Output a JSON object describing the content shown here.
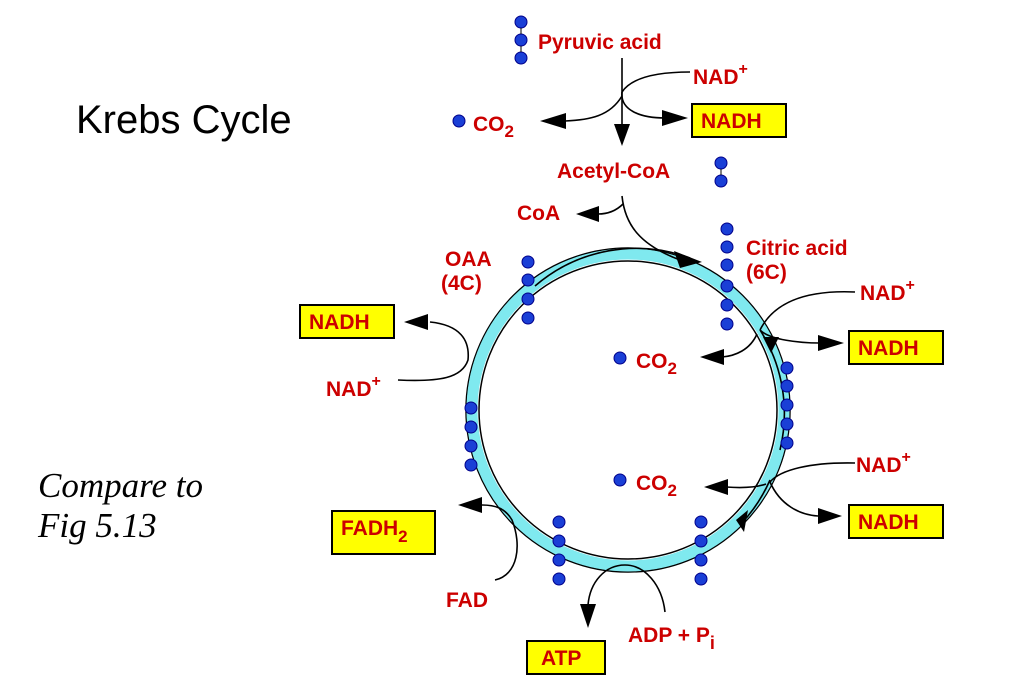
{
  "slide": {
    "title": "Krebs Cycle",
    "compare_line1": "Compare to",
    "compare_line2": "Fig 5.13"
  },
  "diagram": {
    "pyruvic_acid": "Pyruvic acid",
    "acetyl_coa": "Acetyl-CoA",
    "coa": "CoA",
    "citric_acid": "Citric acid",
    "citric_carbons": "(6C)",
    "oaa": "OAA",
    "oaa_carbons": "(4C)",
    "co2_main": "CO",
    "co2_sub": "2",
    "nad_main": "NAD",
    "nad_sup": "+",
    "nadh": "NADH",
    "fadh2_main": "FADH",
    "fadh2_sub": "2",
    "fad": "FAD",
    "atp": "ATP",
    "adp_pi_main": "ADP + P",
    "adp_pi_sub": "i"
  },
  "colors": {
    "label_red": "#cc0000",
    "box_yellow": "#ffff00",
    "ring_cyan": "#7fe9ef",
    "ball_blue": "#1a3fd6"
  }
}
